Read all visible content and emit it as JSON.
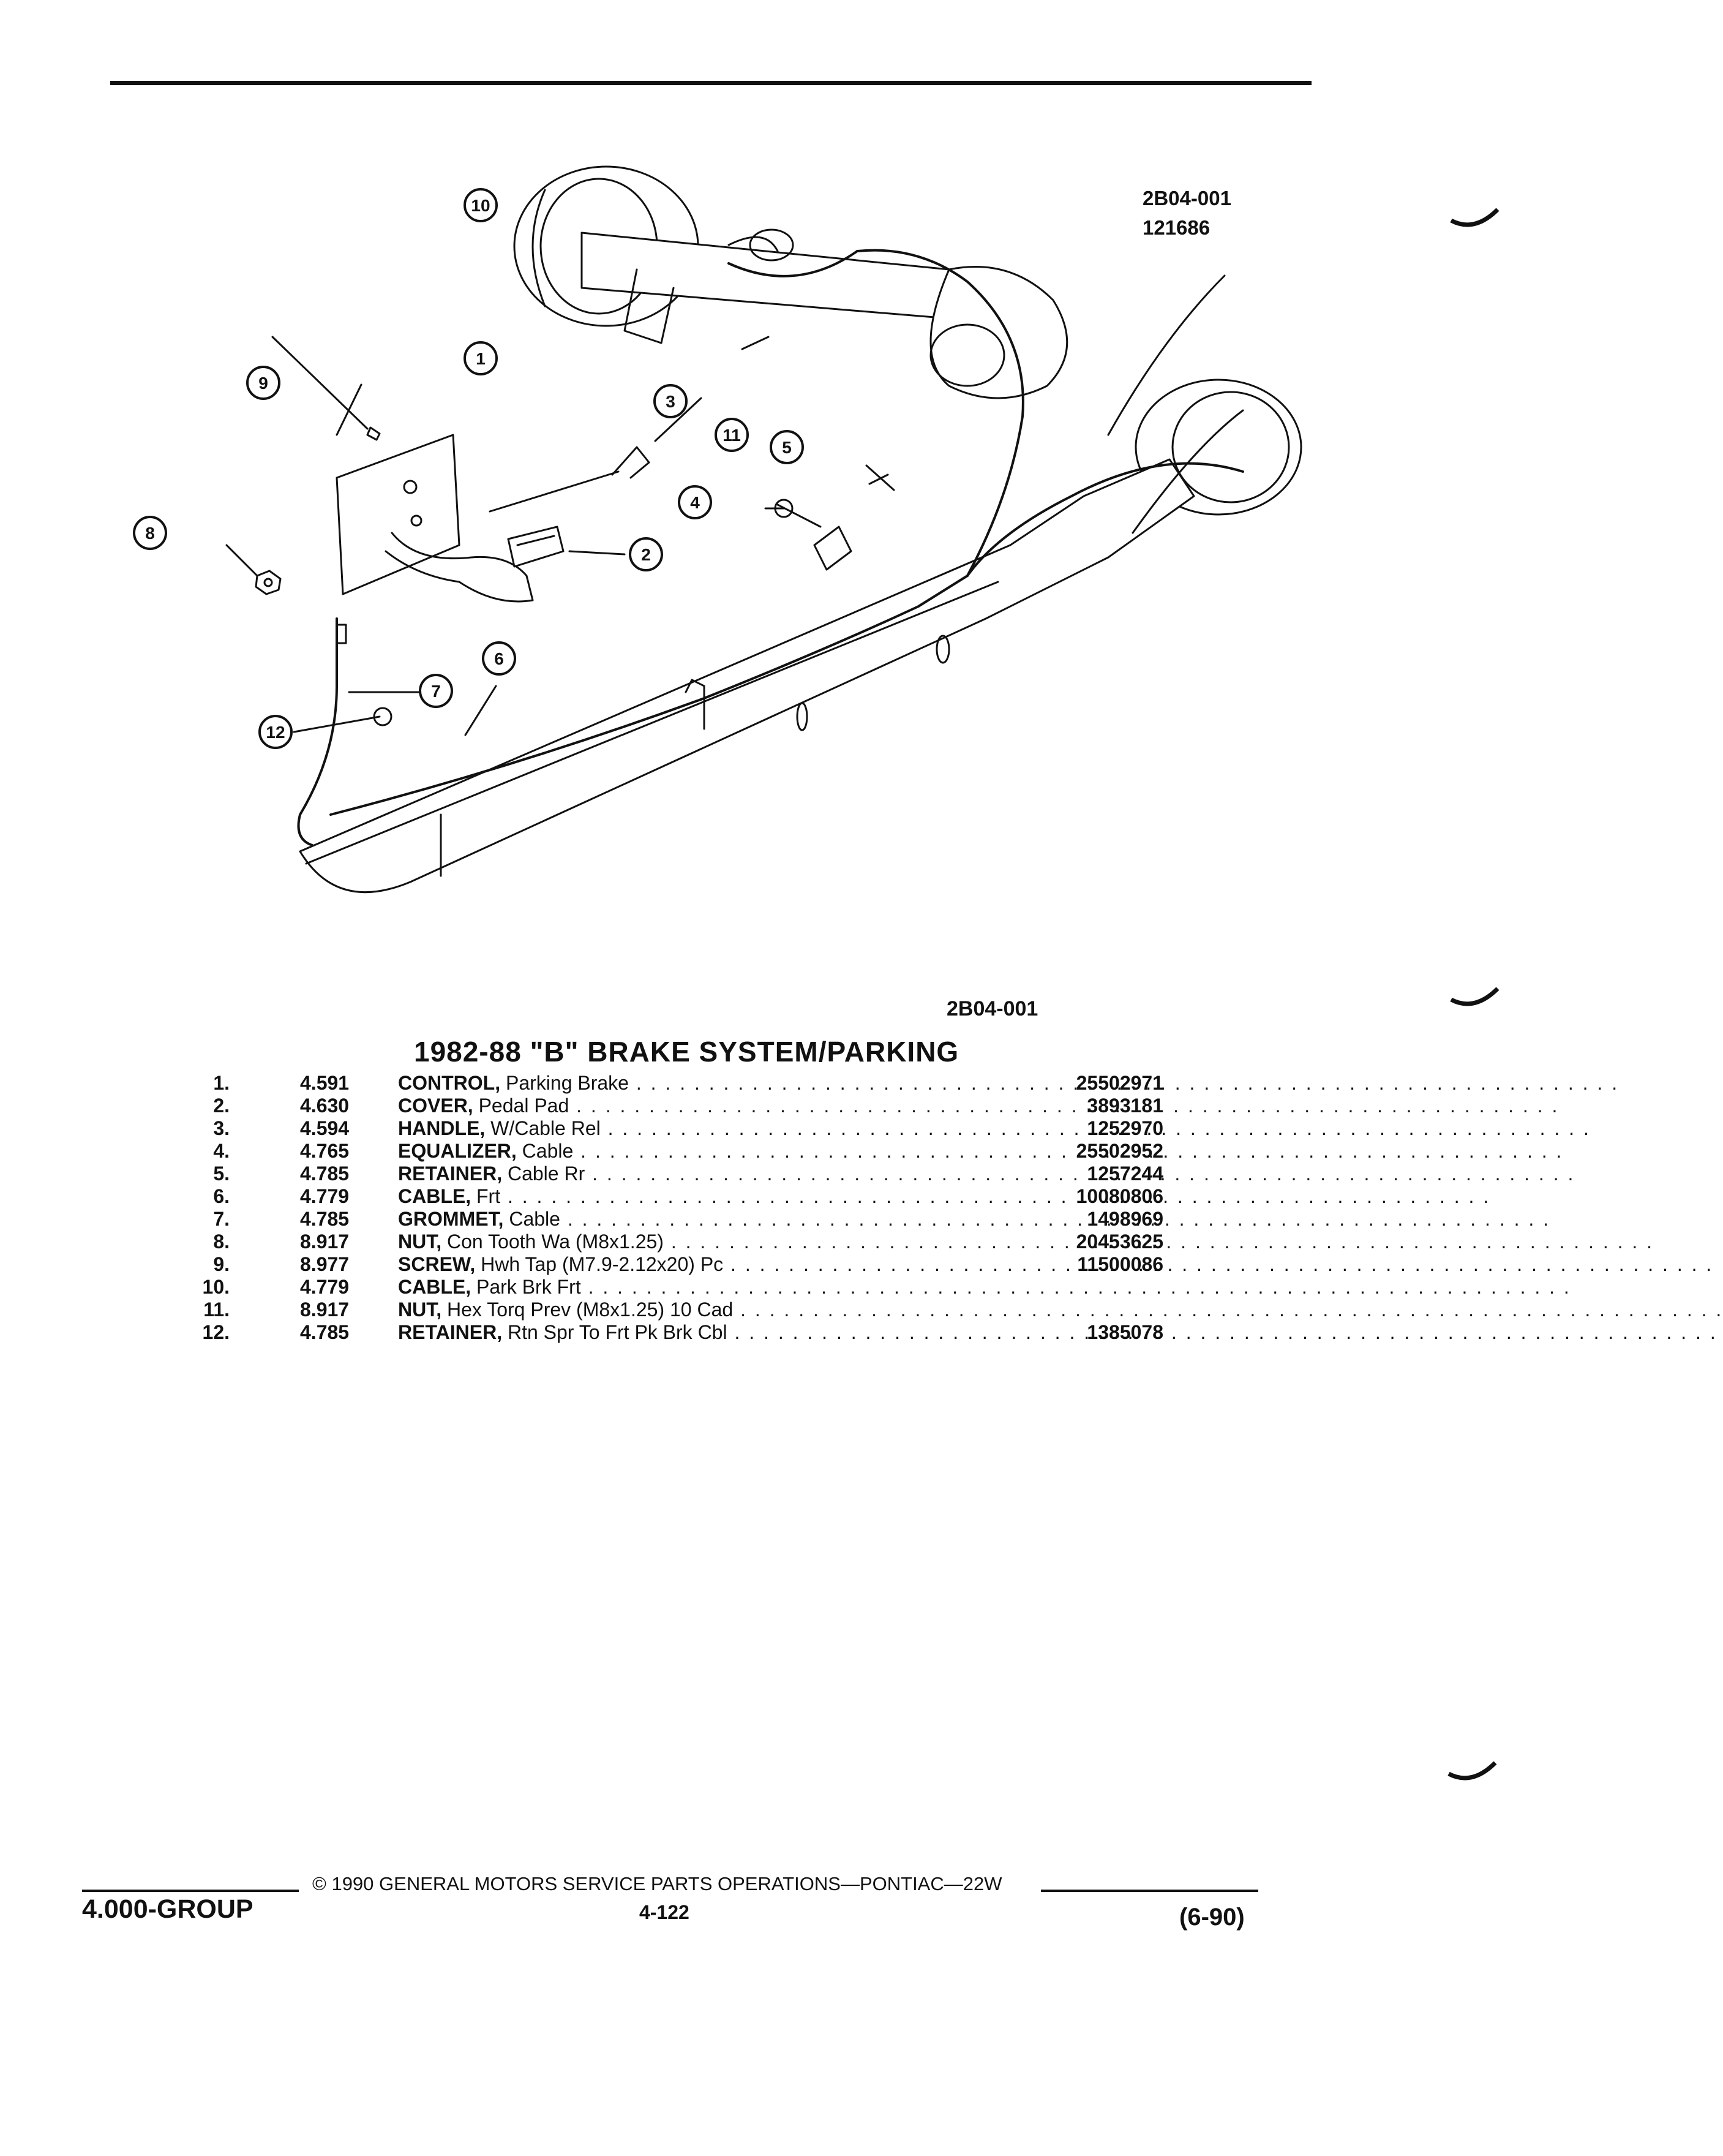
{
  "figure": {
    "id": "2B04-001",
    "number": "121686",
    "caption_ref": "2B04-001"
  },
  "callouts": [
    "1",
    "2",
    "3",
    "4",
    "5",
    "6",
    "7",
    "8",
    "9",
    "10",
    "11",
    "12"
  ],
  "section_title": "1982-88 \"B\" BRAKE SYSTEM/PARKING",
  "parts": [
    {
      "num": "1.",
      "group": "4.591",
      "name": "CONTROL,",
      "desc": " Parking Brake",
      "part_no": "25502971"
    },
    {
      "num": "2.",
      "group": "4.630",
      "name": "COVER,",
      "desc": " Pedal Pad",
      "part_no": "3893181"
    },
    {
      "num": "3.",
      "group": "4.594",
      "name": "HANDLE,",
      "desc": " W/Cable Rel",
      "part_no": "1252970"
    },
    {
      "num": "4.",
      "group": "4.765",
      "name": "EQUALIZER,",
      "desc": " Cable",
      "part_no": "25502952"
    },
    {
      "num": "5.",
      "group": "4.785",
      "name": "RETAINER,",
      "desc": " Cable Rr",
      "part_no": "1257244"
    },
    {
      "num": "6.",
      "group": "4.779",
      "name": "CABLE,",
      "desc": " Frt",
      "part_no": "10080806"
    },
    {
      "num": "7.",
      "group": "4.785",
      "name": "GROMMET,",
      "desc": " Cable",
      "part_no": "1498969"
    },
    {
      "num": "8.",
      "group": "8.917",
      "name": "NUT,",
      "desc": " Con Tooth Wa (M8x1.25)",
      "part_no": "20453625"
    },
    {
      "num": "9.",
      "group": "8.977",
      "name": "SCREW,",
      "desc": " Hwh Tap (M7.9-2.12x20) Pc",
      "part_no": "11500086"
    },
    {
      "num": "10.",
      "group": "4.779",
      "name": "CABLE,",
      "desc": " Park Brk Frt",
      "part_no": ""
    },
    {
      "num": "11.",
      "group": "8.917",
      "name": "NUT,",
      "desc": " Hex Torq Prev (M8x1.25) 10 Cad",
      "part_no": ""
    },
    {
      "num": "12.",
      "group": "4.785",
      "name": "RETAINER,",
      "desc": " Rtn Spr To Frt Pk Brk Cbl",
      "part_no": "1385078"
    }
  ],
  "footer": {
    "group": "4.000-GROUP",
    "copyright": "© 1990 GENERAL MOTORS SERVICE PARTS OPERATIONS—PONTIAC—22W",
    "page": "4-122",
    "date": "(6-90)"
  },
  "colors": {
    "ink": "#111111",
    "paper": "#ffffff"
  }
}
